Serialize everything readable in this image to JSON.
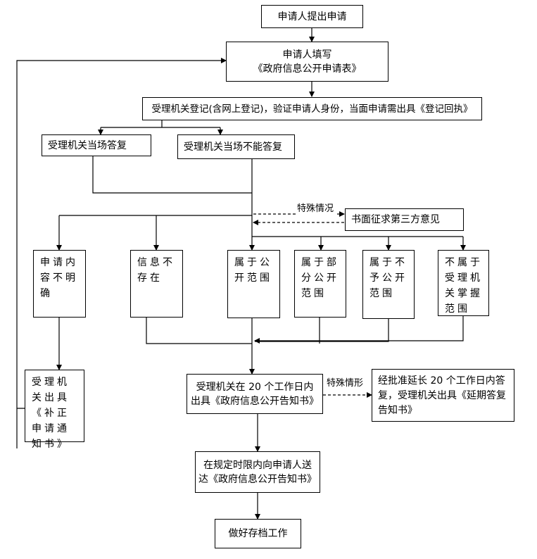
{
  "nodes": {
    "apply": "申请人提出申请",
    "fill_line1": "申请人填写",
    "fill_line2": "《政府信息公开申请表》",
    "register": "受理机关登记(含网上登记)，验证申请人身份，当面申请需出具《登记回执》",
    "reply_onsite": "受理机关当场答复",
    "no_reply_onsite": "受理机关当场不能答复",
    "third_party": "书面征求第三方意见",
    "unclear": "申请内容不明确",
    "not_exist": "信息不存在",
    "public": "属于公开范围",
    "partial": "属于部分公开范围",
    "not_public": "属于不予公开范围",
    "not_held": "不属于受理机关掌握范围",
    "correction": "受理机关出具《补正申请通知书》",
    "notice_line1": "受理机关在 20 个工作日内",
    "notice_line2": "出具《政府信息公开告知书》",
    "extend": "经批准延长 20 个工作日内答复，受理机关出具《延期答复告知书》",
    "deliver_line1": "在规定时限内向申请人送",
    "deliver_line2": "达《政府信息公开告知书》",
    "archive": "做好存档工作"
  },
  "labels": {
    "special_situation": "特殊情况",
    "special_case": "特殊情形"
  }
}
